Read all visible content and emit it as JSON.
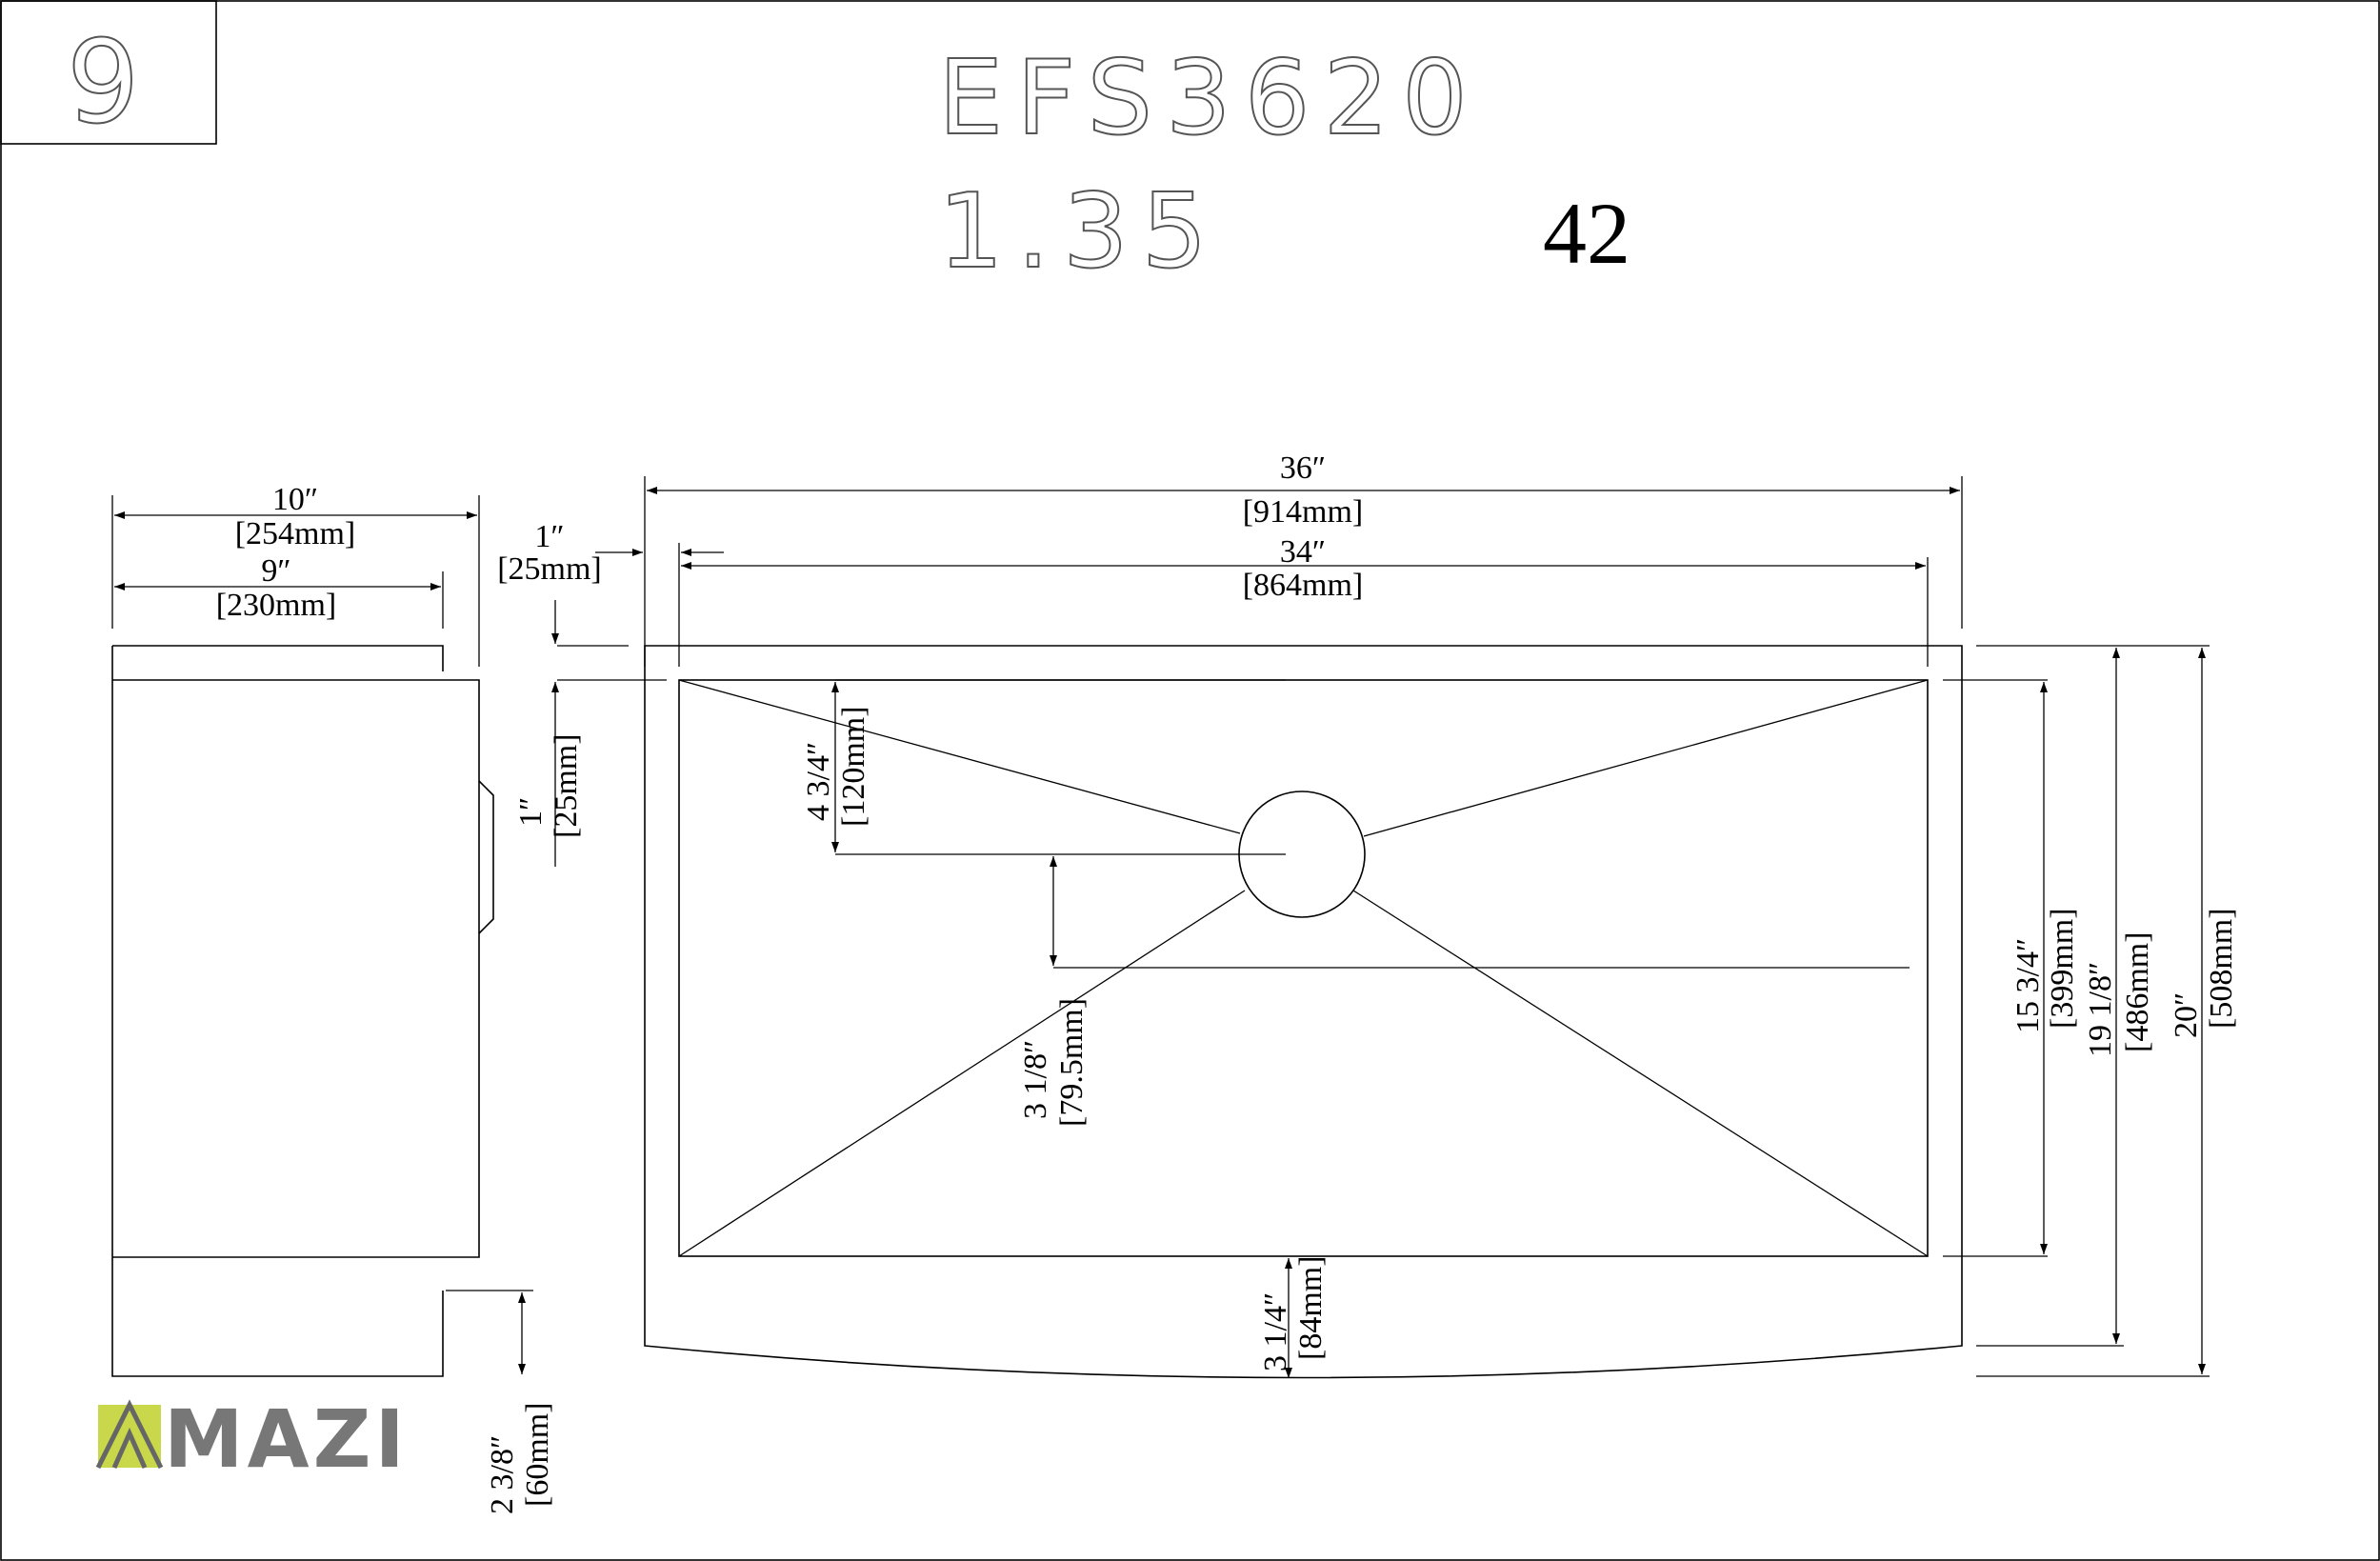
{
  "header": {
    "page_number": "9",
    "model": "EFS3620",
    "gauge": "1.35",
    "code": "42"
  },
  "logo": {
    "text": "MAZI",
    "accent_color": "#c8d84a",
    "text_color": "#777777"
  },
  "dimensions": {
    "overall_width": {
      "in": "36″",
      "mm": "[914mm]"
    },
    "bowl_width": {
      "in": "34″",
      "mm": "[864mm]"
    },
    "rim_offset_x": {
      "in": "1″",
      "mm": "[25mm]"
    },
    "rim_offset_y": {
      "in": "1″",
      "mm": "[25mm]"
    },
    "side_depth_outer": {
      "in": "10″",
      "mm": "[254mm]"
    },
    "side_depth_inner": {
      "in": "9″",
      "mm": "[230mm]"
    },
    "drain_offset": {
      "in": "4 3/4″",
      "mm": "[120mm]"
    },
    "slope_drop": {
      "in": "3 1/8″",
      "mm": "[79.5mm]"
    },
    "bowl_length": {
      "in": "15 3/4″",
      "mm": "[399mm]"
    },
    "inner_length": {
      "in": "19 1/8″",
      "mm": "[486mm]"
    },
    "overall_length": {
      "in": "20″",
      "mm": "[508mm]"
    },
    "apron_height": {
      "in": "3 1/4″",
      "mm": "[84mm]"
    },
    "apron_side": {
      "in": "2 3/8″",
      "mm": "[60mm]"
    }
  }
}
